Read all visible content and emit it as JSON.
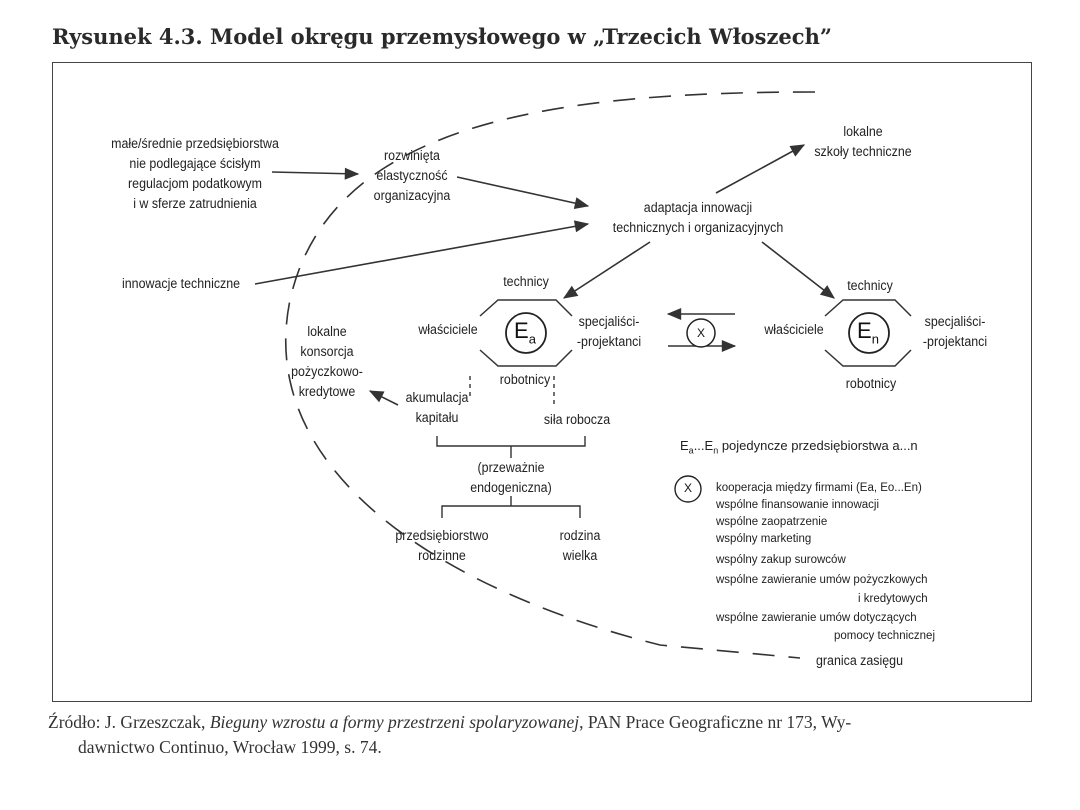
{
  "title": "Rysunek 4.3. Model okręgu przemysłowego w „Trzecich Włoszech”",
  "nodes": {
    "male_srednie": "małe/średnie przedsiębiorstwa\nnie podlegające ścisłym\nregulacjom podatkowym\ni w sferze zatrudnienia",
    "rozwinieta": "rozwinięta\nelastyczność\norganizacyjna",
    "lokalne_szkoly": "lokalne\nszkoły techniczne",
    "adaptacja": "adaptacja innowacji\ntechnicznych i organizacyjnych",
    "innowacje": "innowacje techniczne",
    "technicy": "technicy",
    "wlasciciele": "właściciele",
    "specjalisci": "specjaliści-\n-projektanci",
    "robotnicy": "robotnicy",
    "lokalne_konsorcja": "lokalne\nkonsorcja\npożyczkowo-\nkredytowe",
    "akumulacja": "akumulacja\nkapitału",
    "sila_robocza": "siła robocza",
    "przewaznie": "(przeważnie\nendogeniczna)",
    "przedsiebiorstwo": "przedsiębiorstwo\nrodzinne",
    "rodzina": "rodzina\nwielka",
    "granica": "granica zasięgu"
  },
  "circles": {
    "a_base": "E",
    "a_sub": "a",
    "n_base": "E",
    "n_sub": "n",
    "x": "X"
  },
  "legend": {
    "head_prefix": "E",
    "head_sub1": "a",
    "head_mid": "...E",
    "head_sub2": "n",
    "head_rest": " pojedyncze przedsiębiorstwa a...n",
    "x": "X",
    "items": [
      "kooperacja między firmami (Ea, Eo...En)",
      "wspólne finansowanie innowacji",
      "wspólne zaopatrzenie",
      "wspólny marketing",
      "wspólny zakup surowców",
      "wspólne zawieranie umów pożyczkowych",
      "i kredytowych",
      "wspólne zawieranie umów dotyczących",
      "pomocy technicznej"
    ]
  },
  "source": {
    "prefix": "Źródło: J. Grzeszczak, ",
    "italic": "Bieguny wzrostu a formy przestrzeni spolaryzowanej",
    "suffix": ", PAN Prace Geograficzne nr 173, Wy-",
    "line2": "dawnictwo Continuo, Wrocław 1999, s. 74."
  }
}
